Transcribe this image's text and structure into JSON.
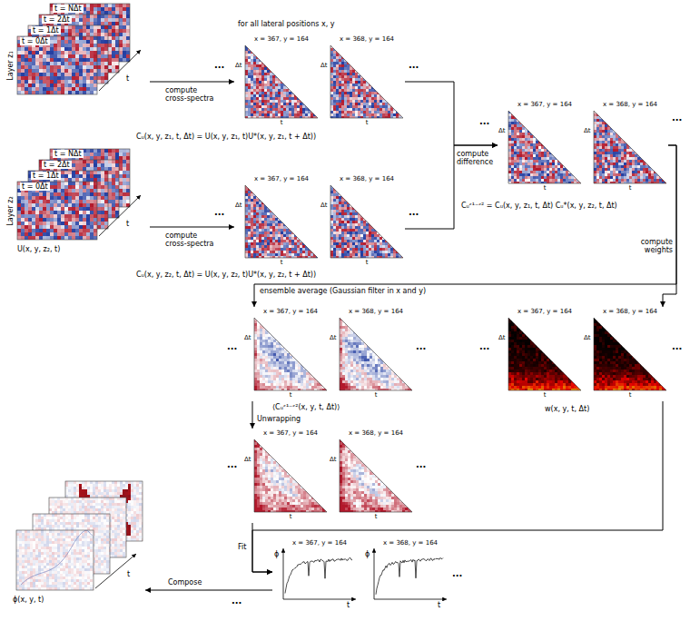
{
  "diagram": {
    "nodes": [
      {
        "text": [
          "t = NΔt",
          "t = 2Δt",
          "t = 1Δt",
          "t = 0Δt",
          "Layer z₁",
          "t"
        ]
      },
      {
        "text": [
          "t = NΔt",
          "t = 2Δt",
          "t = 1Δt",
          "t = 0Δt",
          "Layer z₂",
          "t",
          "U(x, y, z₂, t)"
        ]
      },
      {
        "text": [
          "x = 367, y = 164",
          "Δt",
          "t"
        ]
      },
      {
        "text": [
          "x = 368, y = 164",
          "Δt",
          "t"
        ]
      },
      {
        "text": [
          "x = 367, y = 164",
          "Δt",
          "t"
        ]
      },
      {
        "text": [
          "x = 368, y = 164",
          "Δt",
          "t"
        ]
      },
      {
        "text": [
          "x = 367, y = 164",
          "Δt",
          "t"
        ]
      },
      {
        "text": [
          "x = 368, y = 164",
          "Δt",
          "t"
        ]
      },
      {
        "text": [
          "x = 367, y = 164",
          "Δt",
          "t"
        ]
      },
      {
        "text": [
          "x = 368, y = 164",
          "Δt",
          "t"
        ]
      },
      {
        "text": [
          "x = 367, y = 164",
          "Δt",
          "t"
        ]
      },
      {
        "text": [
          "x = 368, y = 164",
          "Δt",
          "t"
        ]
      },
      {
        "text": [
          "x = 367, y = 164",
          "Δt",
          "t"
        ]
      },
      {
        "text": [
          "x = 368, y = 164",
          "Δt",
          "t"
        ]
      },
      {
        "text": [
          "x = 367, y = 164",
          "ϕ",
          "t"
        ]
      },
      {
        "text": [
          "x = 368, y = 164",
          "ϕ",
          "t"
        ]
      },
      {
        "text": [
          "t",
          "ϕ(x, y, t)"
        ]
      }
    ],
    "edges": [
      {
        "from": 0,
        "to": 2,
        "label": "compute cross-spectra",
        "arrow": "to"
      },
      {
        "from": 1,
        "to": 4,
        "label": "compute cross-spectra",
        "arrow": "to"
      },
      {
        "from": 3,
        "to": 6,
        "label": "compute difference",
        "arrow": "to"
      },
      {
        "from": 5,
        "to": 6,
        "arrow": "to"
      },
      {
        "from": 7,
        "to": 8,
        "label": "ensemble average (Gaussian filter in x and y)",
        "arrow": "to"
      },
      {
        "from": 7,
        "to": 11,
        "label": "compute weights",
        "arrow": "to"
      },
      {
        "from": 8,
        "to": 12,
        "label": "Unwrapping",
        "arrow": "to"
      },
      {
        "from": 12,
        "to": 14,
        "label": "Fit",
        "arrow": "to"
      },
      {
        "from": 11,
        "to": 14,
        "arrow": "to"
      },
      {
        "from": 14,
        "to": 16,
        "label": "Compose",
        "arrow": "to"
      }
    ],
    "labels": [
      "for all lateral positions x, y",
      "Cᵤ(x, y, z₁, t, Δt) = U(x, y, z₁, t)U*(x, y, z₁, t + Δt))",
      "Cᵤ(x, y, z₂, t, Δt) = U(x, y, z₂, t)U*(x, y, z₂, t + Δt))",
      "Cᵤᶻ¹⁻ᶻ² = Cᵤ(x, y, z₁, t, Δt) Cᵤ*(x, y, z₂, t, Δt)",
      "⟨Cᵤᶻ¹⁻ᶻ²(x, y, t, Δt)⟩",
      "w(x, y, t, Δt)",
      "···",
      "···",
      "···",
      "···",
      "···",
      "···",
      "···",
      "···",
      "···",
      "···",
      "···",
      "···",
      "···",
      "···"
    ]
  }
}
